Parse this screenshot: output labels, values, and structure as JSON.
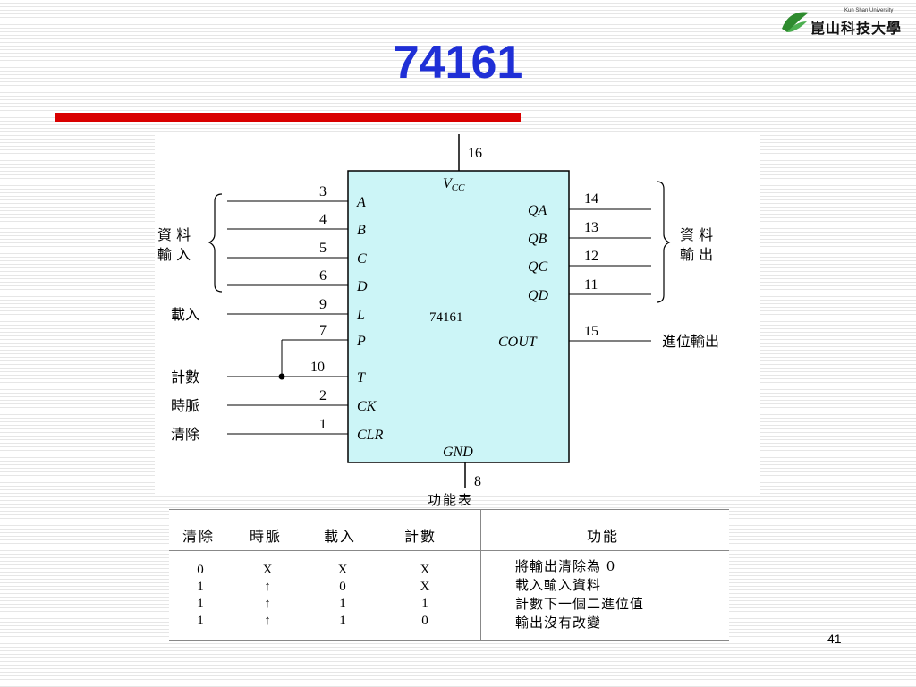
{
  "slide": {
    "title": "74161",
    "page_number": "41",
    "accent_red": "#d90000",
    "title_color": "#1f2fd6"
  },
  "logo": {
    "subtitle": "Kun Shan University",
    "text": "崑山科技大學"
  },
  "chip": {
    "name": "74161",
    "fill": "#ccf5f7",
    "vcc": "VCC",
    "gnd": "GND",
    "vcc_pin": "16",
    "gnd_pin": "8",
    "left_pins": [
      {
        "pin": "3",
        "label": "A"
      },
      {
        "pin": "4",
        "label": "B"
      },
      {
        "pin": "5",
        "label": "C"
      },
      {
        "pin": "6",
        "label": "D"
      },
      {
        "pin": "9",
        "label": "L"
      },
      {
        "pin": "7",
        "label": "P"
      },
      {
        "pin": "10",
        "label": "T"
      },
      {
        "pin": "2",
        "label": "CK"
      },
      {
        "pin": "1",
        "label": "CLR"
      }
    ],
    "right_pins": [
      {
        "pin": "14",
        "label": "QA"
      },
      {
        "pin": "13",
        "label": "QB"
      },
      {
        "pin": "12",
        "label": "QC"
      },
      {
        "pin": "11",
        "label": "QD"
      },
      {
        "pin": "15",
        "label": "COUT"
      }
    ],
    "left_labels": {
      "data_in_1": "資 料",
      "data_in_2": "輸 入",
      "load": "載入",
      "count": "計數",
      "clock": "時脈",
      "clear": "清除"
    },
    "right_labels": {
      "data_out_1": "資 料",
      "data_out_2": "輸 出",
      "carry_out": "進位輸出"
    }
  },
  "function_table": {
    "caption": "功能表",
    "headers": [
      "清除",
      "時脈",
      "載入",
      "計數",
      "功能"
    ],
    "rows": [
      {
        "clear": "0",
        "clock": "X",
        "load": "X",
        "count": "X",
        "function": "將輸出清除為 0"
      },
      {
        "clear": "1",
        "clock": "↑",
        "load": "0",
        "count": "X",
        "function": "載入輸入資料"
      },
      {
        "clear": "1",
        "clock": "↑",
        "load": "1",
        "count": "1",
        "function": "計數下一個二進位值"
      },
      {
        "clear": "1",
        "clock": "↑",
        "load": "1",
        "count": "0",
        "function": "輸出沒有改變"
      }
    ]
  }
}
